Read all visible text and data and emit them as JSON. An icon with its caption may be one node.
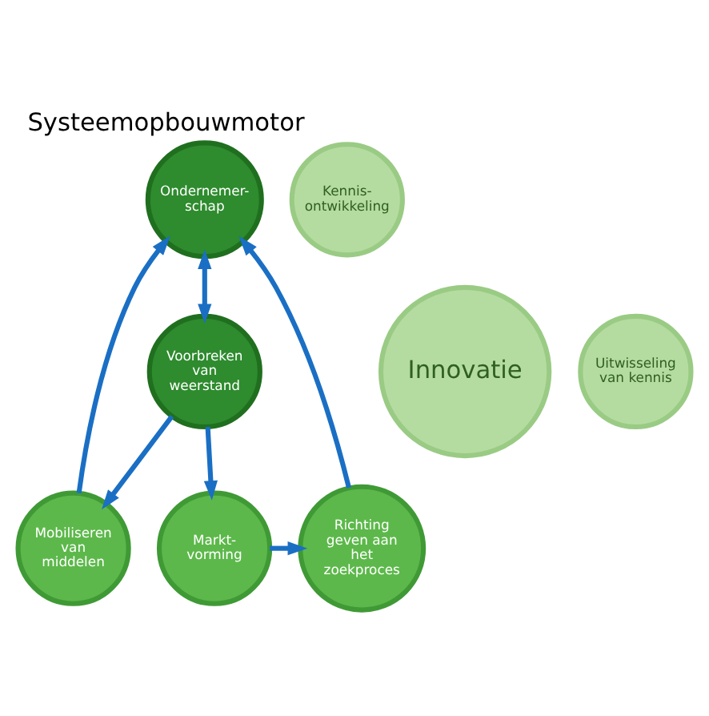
{
  "diagram": {
    "title": "Systeemopbouwmotor",
    "nodes": [
      {
        "text": [
          "Ondernemer- schap"
        ]
      },
      {
        "text": [
          "Kennis- ontwikkeling"
        ]
      },
      {
        "text": [
          "Voorbreken van weerstand"
        ]
      },
      {
        "text": [
          "Innovatie"
        ]
      },
      {
        "text": [
          "Uitwisseling van kennis"
        ]
      },
      {
        "text": [
          "Mobiliseren van middelen"
        ]
      },
      {
        "text": [
          "Richting geven aan het zoekproces"
        ]
      },
      {
        "text": [
          "Markt- vorming"
        ]
      }
    ],
    "edges": [
      {
        "from": 0,
        "to": 2,
        "arrow": "both"
      },
      {
        "from": 2,
        "to": 5,
        "arrow": "to"
      },
      {
        "from": 5,
        "to": 0,
        "arrow": "to"
      },
      {
        "from": 6,
        "to": 0,
        "arrow": "to"
      },
      {
        "from": 2,
        "to": 7,
        "arrow": "to"
      },
      {
        "from": 7,
        "to": 6,
        "arrow": "to"
      }
    ]
  }
}
